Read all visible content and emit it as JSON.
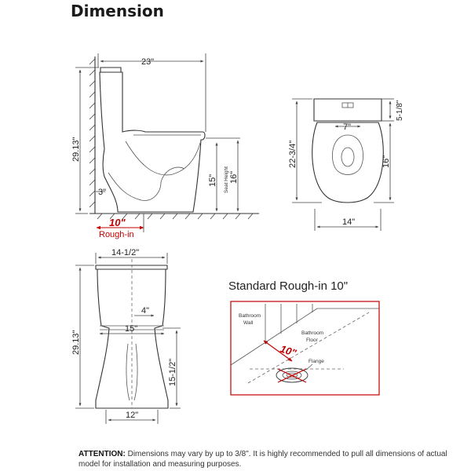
{
  "title": "Dimension",
  "side_view": {
    "width": "23\"",
    "height": "29.13\"",
    "seat_height_value": "16\"",
    "seat_height_label": "Seat Height",
    "bowl_height": "15\"",
    "wall_gap": "3\"",
    "rough_in_value": "10\"",
    "rough_in_label": "Rough-in"
  },
  "top_view": {
    "depth": "22-3/4\"",
    "tank_depth": "5-1/8\"",
    "button_offset": "7\"",
    "bowl_depth": "16\"",
    "width": "14\""
  },
  "front_view": {
    "tank_width": "14-1/2\"",
    "height": "29.13\"",
    "offset": "4\"",
    "bowl_width": "15\"",
    "base_height": "15-1/2\"",
    "base_width": "12\""
  },
  "rough_in_detail": {
    "title": "Standard Rough-in 10\"",
    "wall_label_1": "Bathroom",
    "wall_label_2": "Wall",
    "floor_label_1": "Bathroom",
    "floor_label_2": "Floor",
    "value": "10\"",
    "flange_label": "Flange"
  },
  "attention": {
    "label": "ATTENTION:",
    "text": " Dimensions may vary by up to 3/8\". It is highly recommended to pull all dimensions of actual model for installation and measuring purposes."
  },
  "colors": {
    "accent_red": "#c00000",
    "line": "#333333"
  }
}
